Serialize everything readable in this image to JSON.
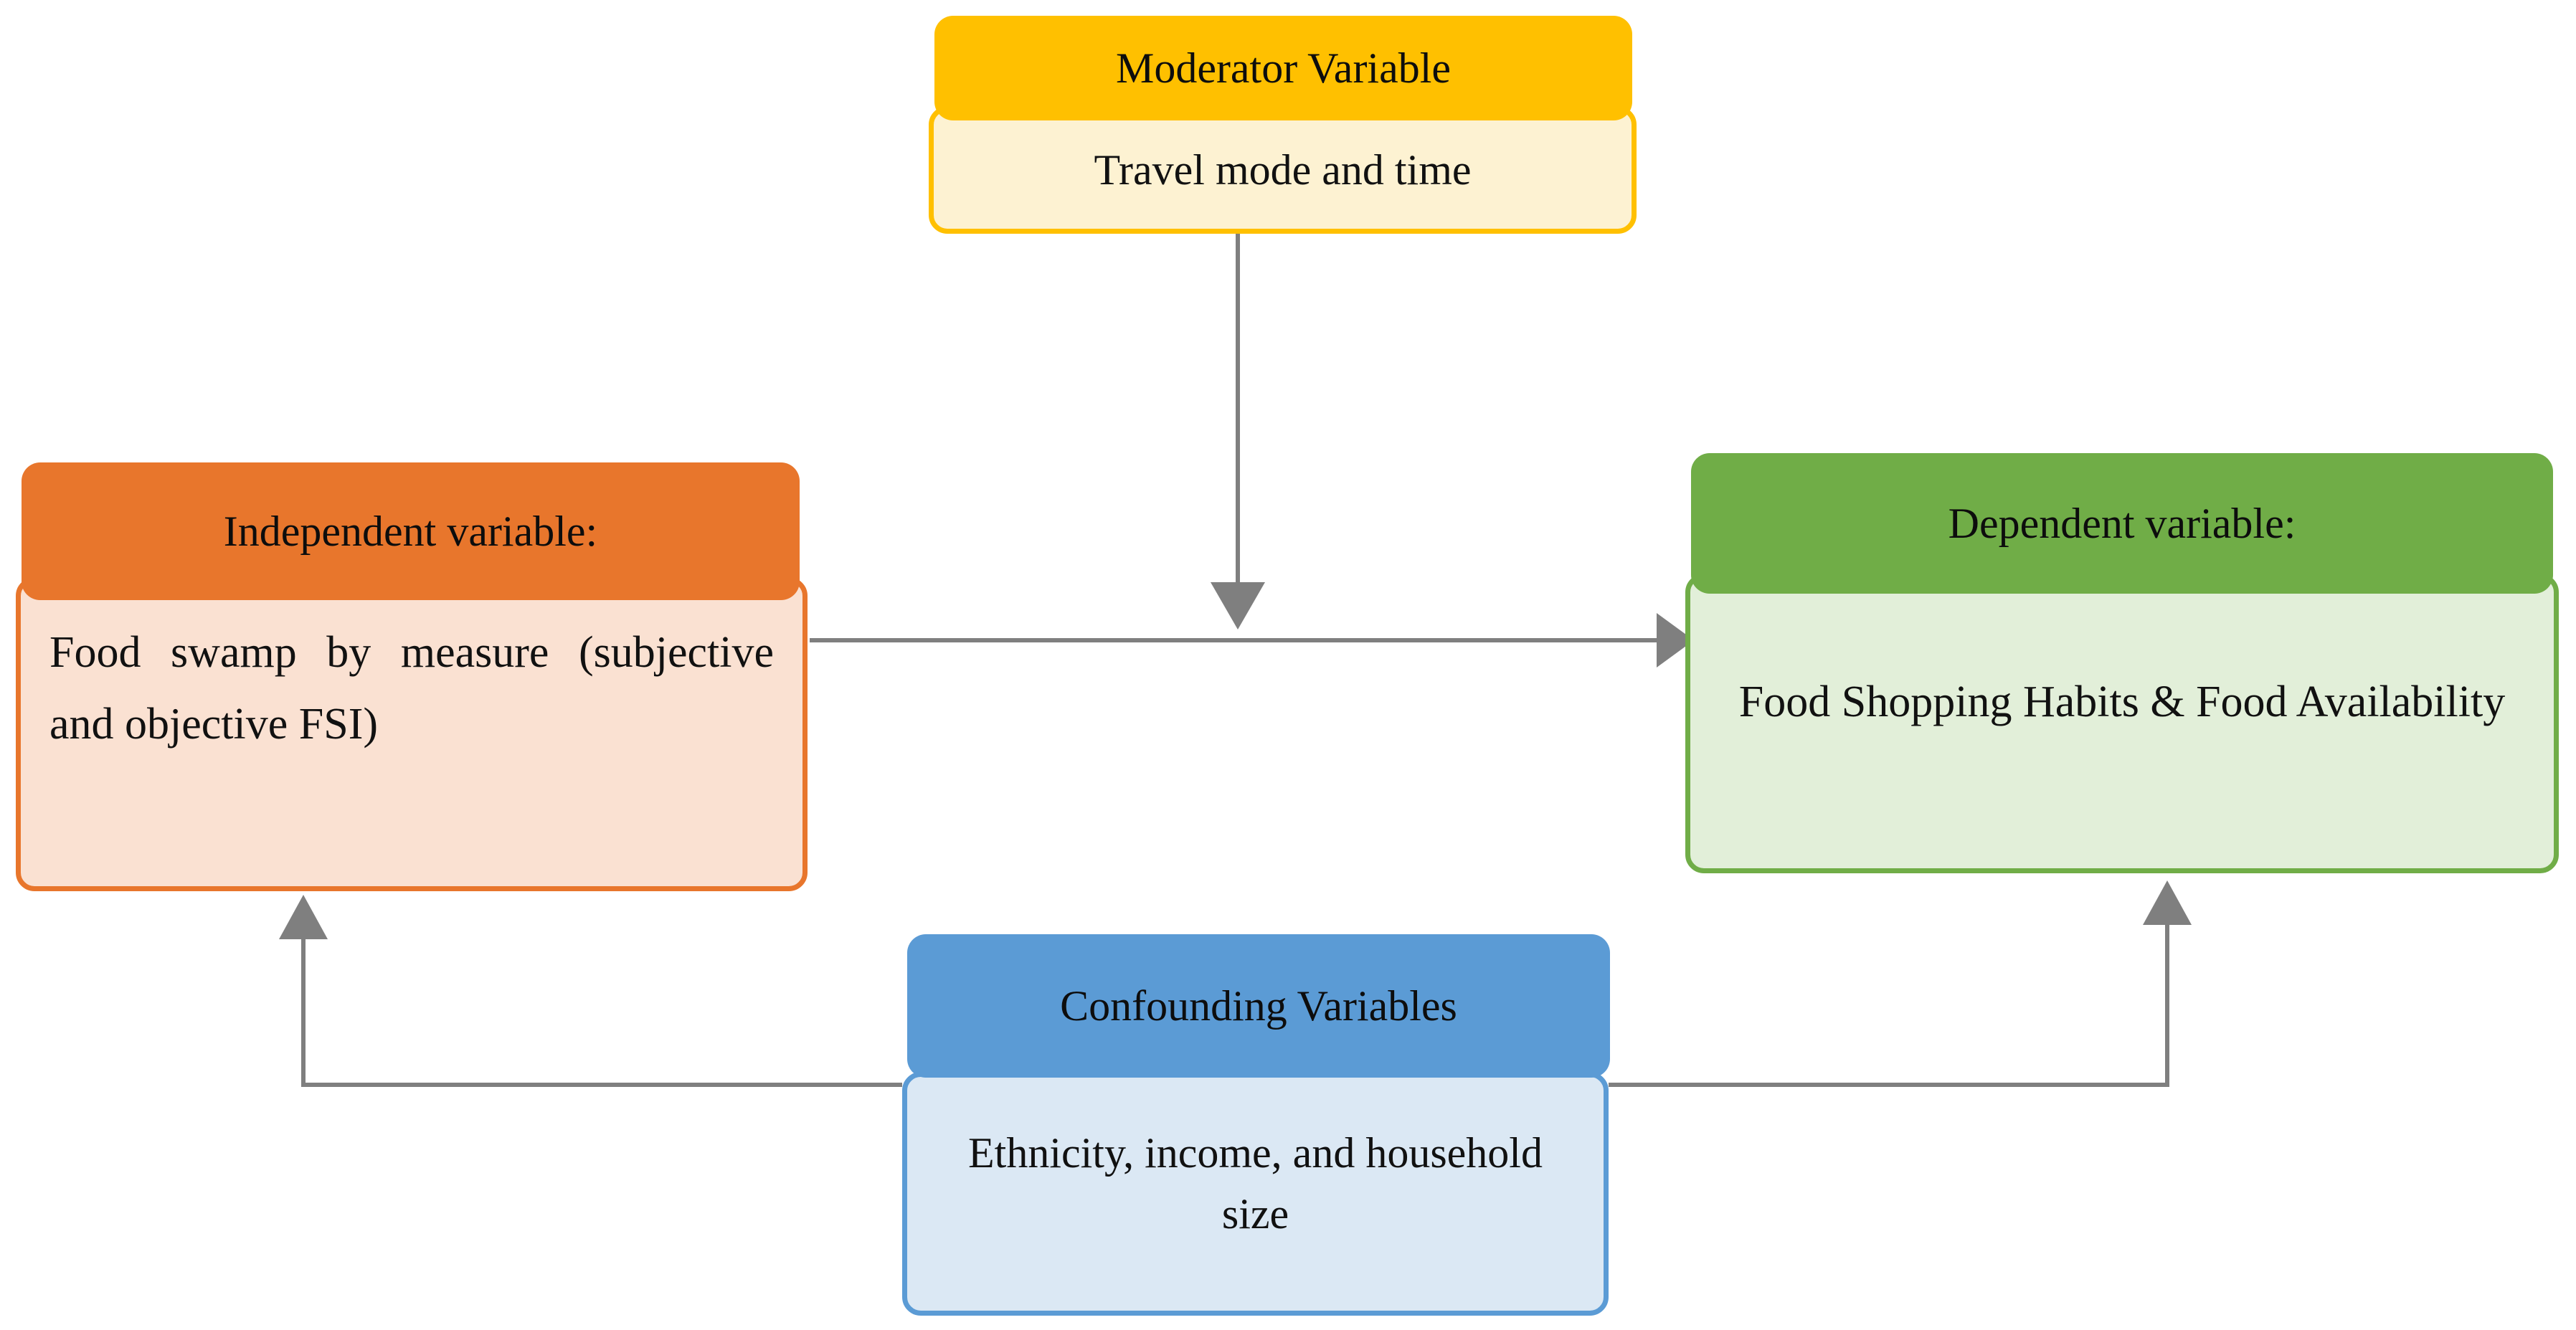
{
  "diagram": {
    "title": "Conceptual framework: food swamp, travel, and food shopping habits",
    "background": "#FFFFFF",
    "connector_color": "#7F7F7F"
  },
  "nodes": {
    "moderator": {
      "header": "Moderator Variable",
      "body": "Travel mode and time",
      "header_color": "#FFC000",
      "body_color": "#FDF2D2"
    },
    "independent": {
      "header": "Independent variable:",
      "body": "Food swamp by measure (subjective and objective FSI)",
      "header_color": "#E8762C",
      "body_color": "#FAE1D2"
    },
    "dependent": {
      "header": "Dependent variable:",
      "body": "Food Shopping Habits & Food Availability",
      "header_color": "#70AD47",
      "body_color": "#E2EFD9"
    },
    "confounding": {
      "header": "Confounding Variables",
      "body": "Ethnicity, income, and household size",
      "header_color": "#5B9BD5",
      "body_color": "#DBE8F4"
    }
  },
  "connectors": [
    {
      "name": "moderator-to-relationship",
      "from": "moderator",
      "to": "independent-dependent-path",
      "direction": "down",
      "arrowhead": "single"
    },
    {
      "name": "independent-to-dependent",
      "from": "independent",
      "to": "dependent",
      "direction": "right",
      "arrowhead": "single"
    },
    {
      "name": "confounding-to-independent",
      "from": "confounding",
      "to": "independent",
      "direction": "up-left",
      "arrowhead": "single"
    },
    {
      "name": "confounding-to-dependent",
      "from": "confounding",
      "to": "dependent",
      "direction": "up-right",
      "arrowhead": "single"
    }
  ]
}
